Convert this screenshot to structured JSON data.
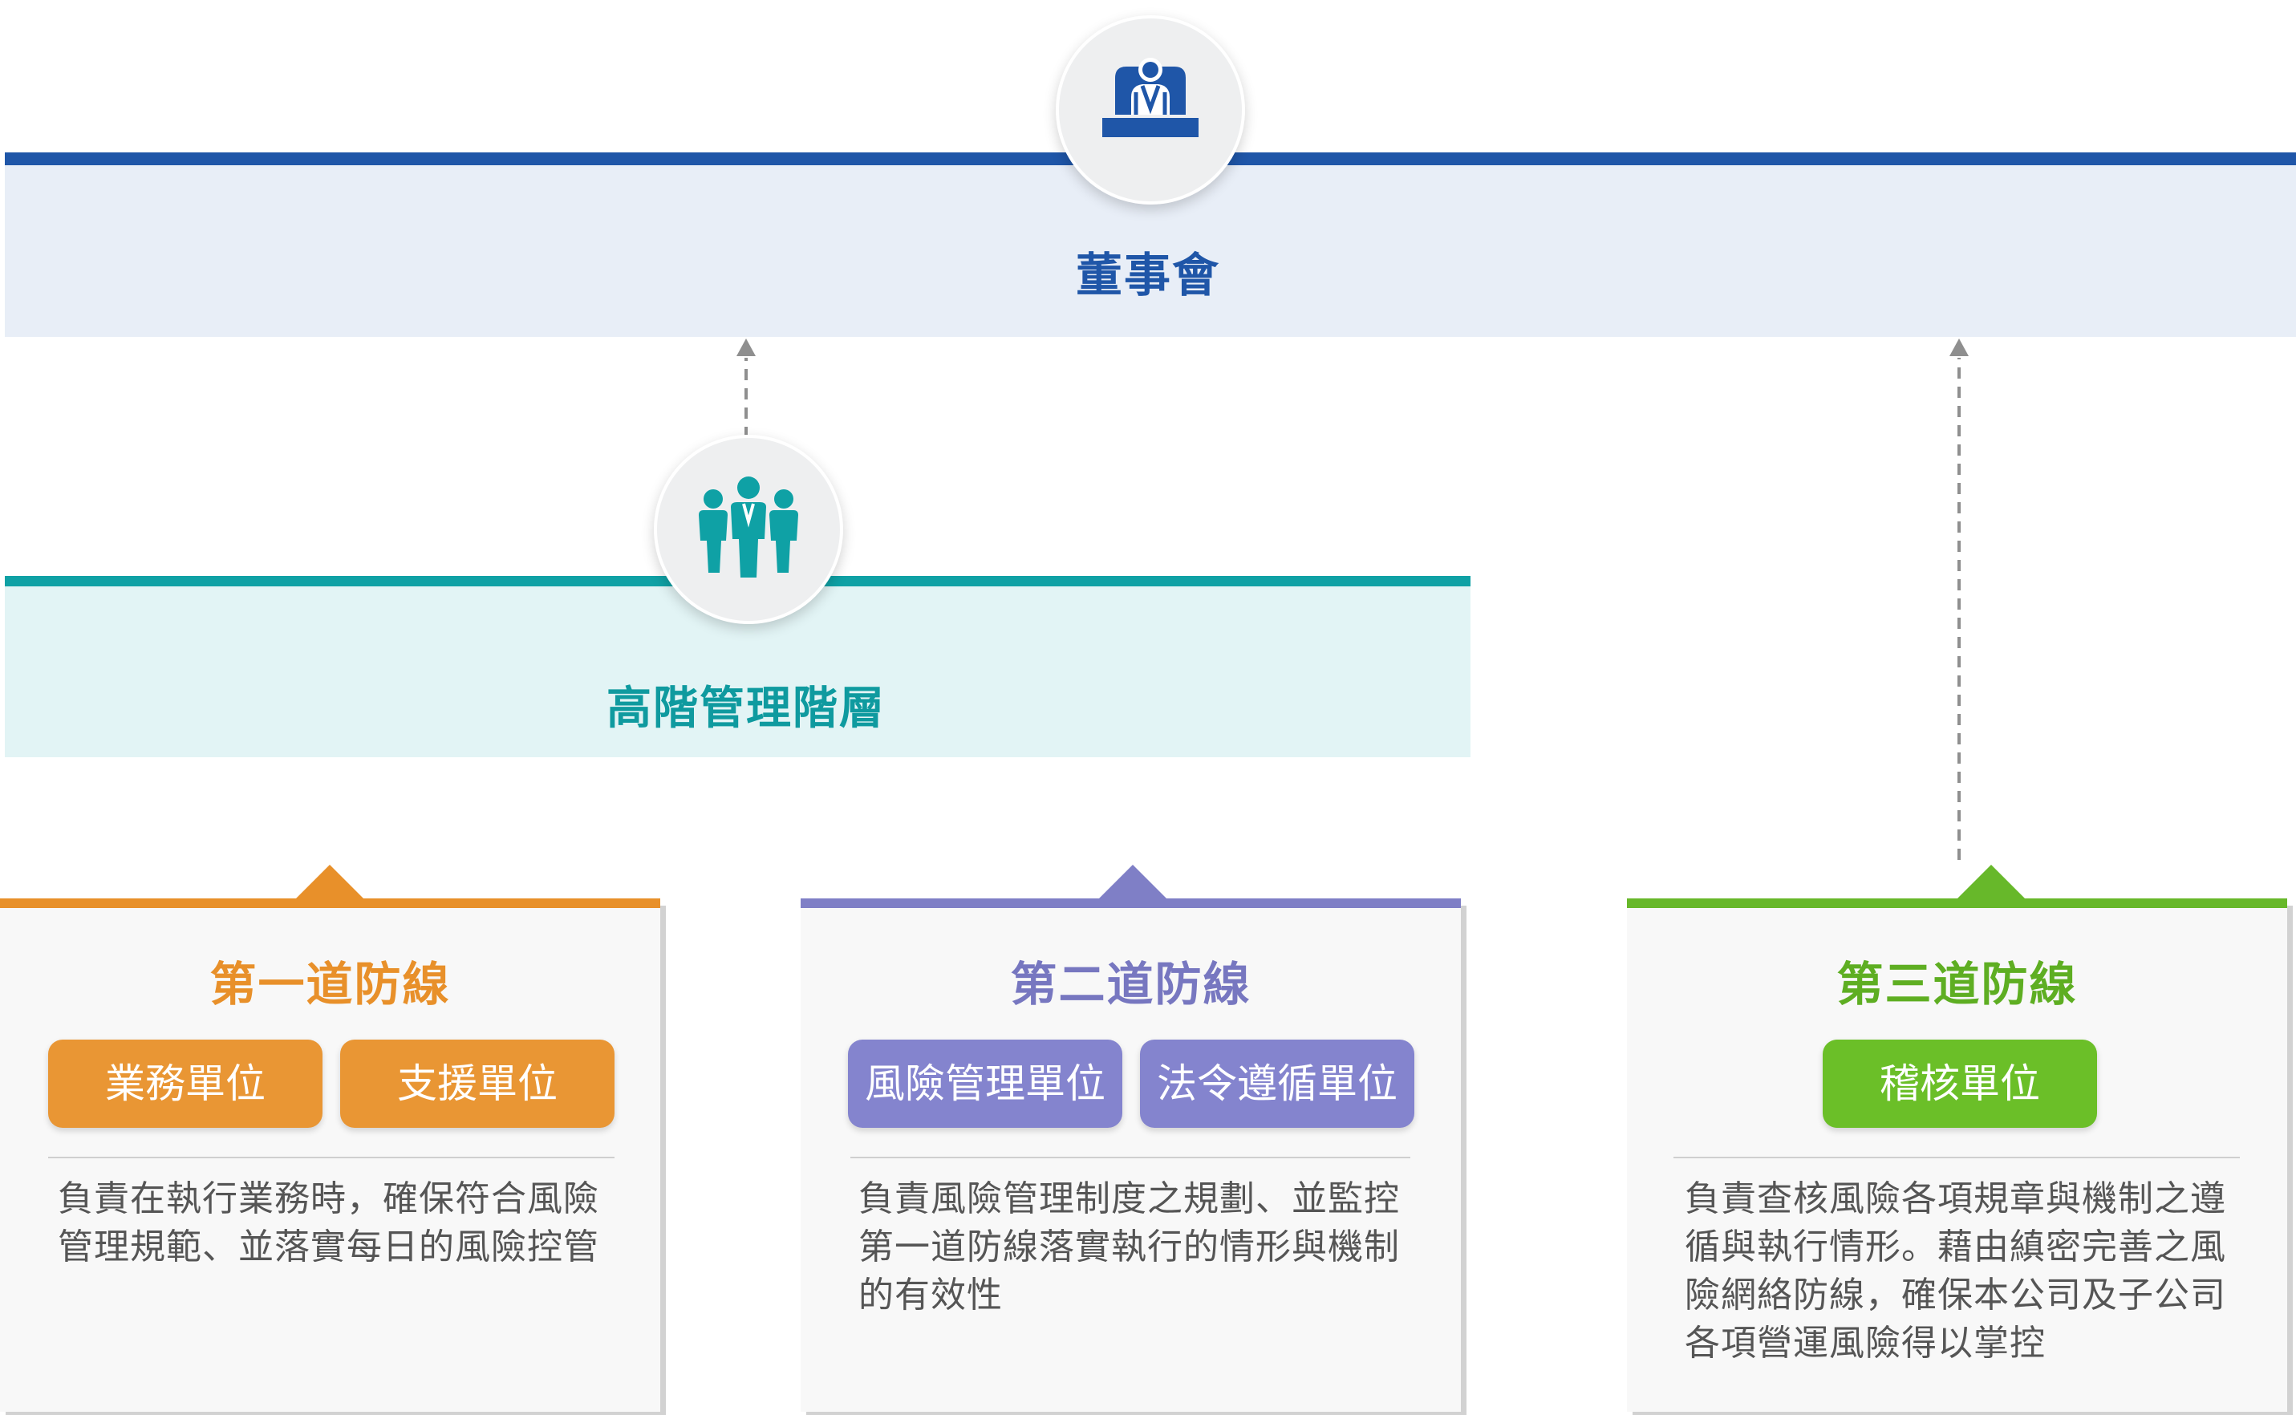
{
  "board": {
    "title": "董事會",
    "icon": "chairman-podium-icon",
    "color": "#1f56a8"
  },
  "management": {
    "title": "高階管理階層",
    "icon": "team-people-icon",
    "color": "#0fa1a5"
  },
  "lines": [
    {
      "title": "第一道防線",
      "color": "#e8902a",
      "units": [
        "業務單位",
        "支援單位"
      ],
      "desc": [
        "負責在執行業務時，確保符合風險",
        "管理規範、並落實每日的風險控管"
      ]
    },
    {
      "title": "第二道防線",
      "color": "#7f7fc6",
      "units": [
        "風險管理單位",
        "法令遵循單位"
      ],
      "desc": [
        "負責風險管理制度之規劃、並監控",
        "第一道防線落實執行的情形與機制",
        "的有效性"
      ]
    },
    {
      "title": "第三道防線",
      "color": "#67b82a",
      "units": [
        "稽核單位"
      ],
      "desc": [
        "負責查核風險各項規章與機制之遵",
        "循與執行情形。藉由縝密完善之風",
        "險網絡防線，確保本公司及子公司",
        "各項營運風險得以掌控"
      ]
    }
  ]
}
